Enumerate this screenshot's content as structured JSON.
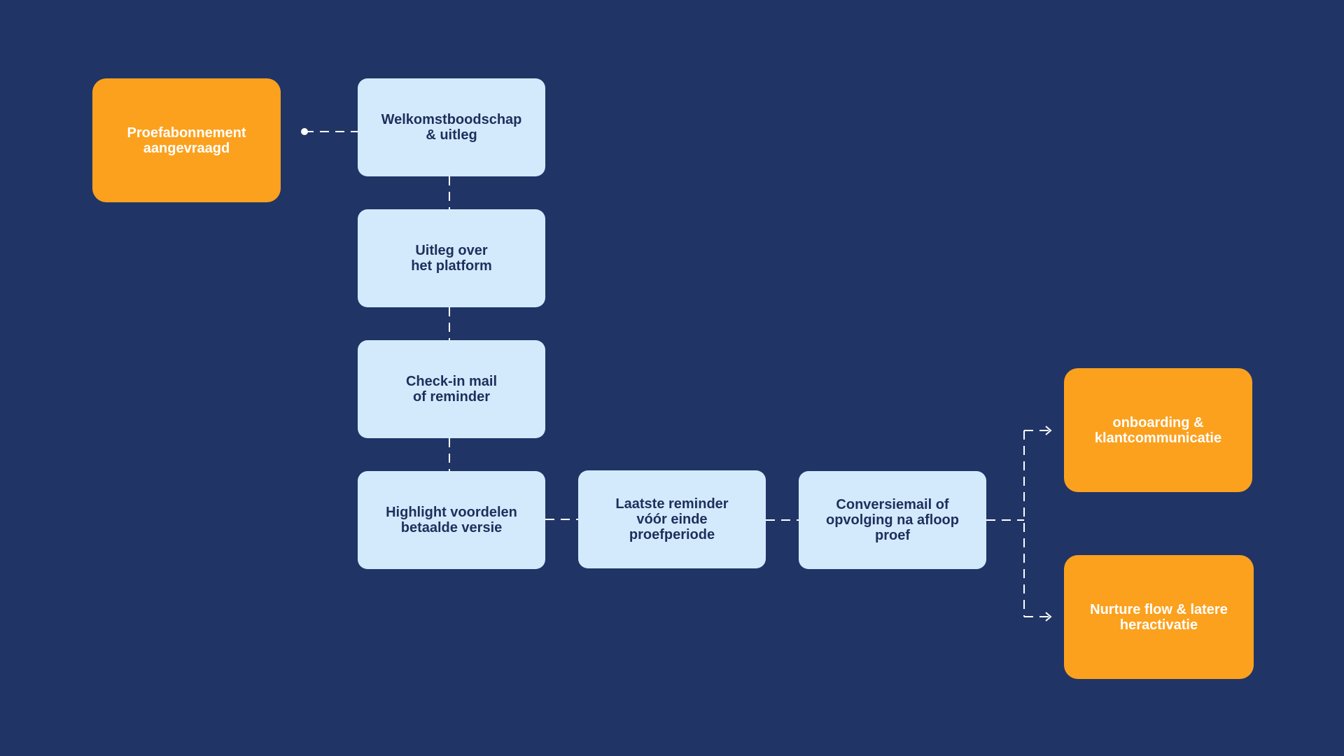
{
  "colors": {
    "background": "#203566",
    "step_fill": "#D3EAFD",
    "step_text": "#1E2F5C",
    "terminal_fill": "#FCA11E",
    "terminal_text": "#FFFFFF",
    "connector": "#FFFFFF"
  },
  "nodes": {
    "start": "Proefabonnement\naangevraagd",
    "step1": "Welkomstboodschap\n& uitleg",
    "step2": "Uitleg over\nhet platform",
    "step3": "Check-in mail\nof reminder",
    "step4": "Highlight voordelen\nbetaalde versie",
    "step5": "Laatste reminder\nvóór einde\nproefperiode",
    "step6": "Conversiemail of\nopvolging na afloop\nproef",
    "outcome1": "onboarding &\nklantcommunicatie",
    "outcome2": "Nurture flow & latere\nheractivatie"
  }
}
